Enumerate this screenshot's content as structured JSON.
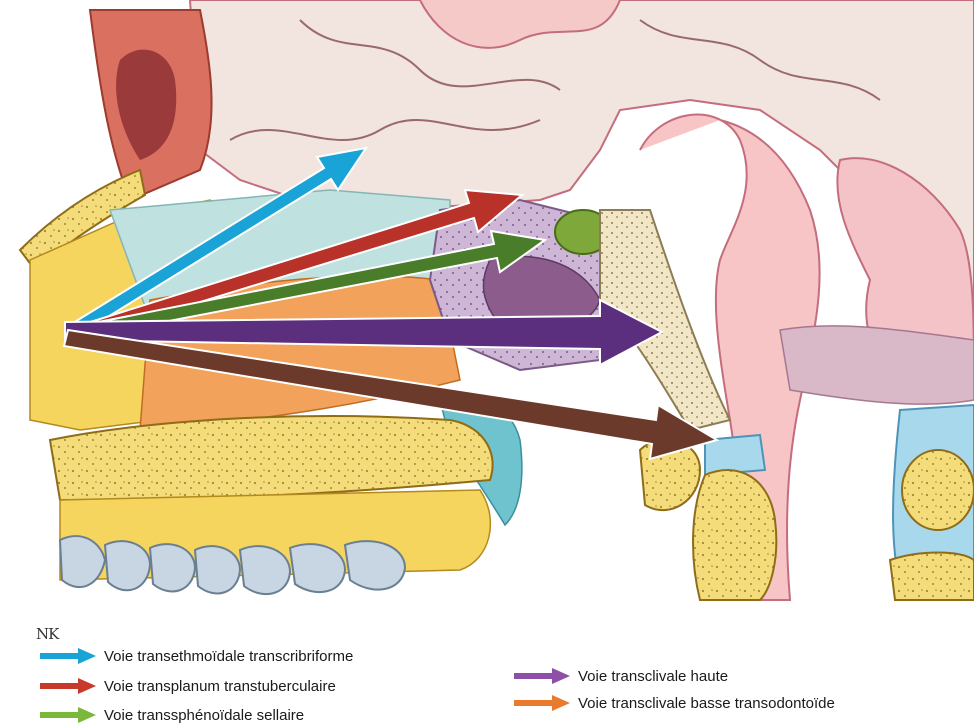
{
  "signature": "NK",
  "legend": [
    {
      "label": "Voie transethmoïdale transcribriforme",
      "color": "#1aa3d6"
    },
    {
      "label": "Voie transplanum transtuberculaire",
      "color": "#c8392b"
    },
    {
      "label": "Voie transsphénoïdale sellaire",
      "color": "#79b83a"
    },
    {
      "label": "Voie transclivale haute",
      "color": "#8e4fa8"
    },
    {
      "label": "Voie transclivale basse transodontoïde",
      "color": "#e97a2e"
    }
  ],
  "arrow_colors": {
    "transethmoidal": "#1aa3d6",
    "transplanum": "#b8322a",
    "sellar": "#4a7d2a",
    "high_clival": "#5b2f7e",
    "low_clival": "#6b3a2a"
  }
}
